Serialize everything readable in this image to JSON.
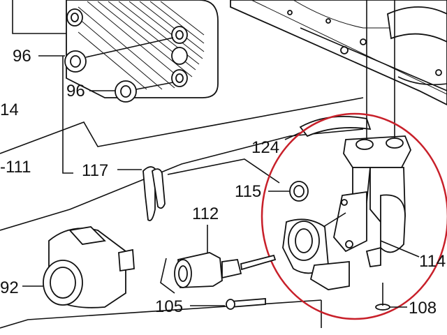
{
  "diagram": {
    "labels": {
      "l96a": "96",
      "l96b": "96",
      "l124": "124",
      "l111": "-111",
      "l117": "117",
      "l115": "115",
      "l112": "112",
      "l92": "92",
      "l105": "105",
      "l114": "114",
      "l108": "108",
      "l14": "14"
    },
    "highlight_color": "#c8202a",
    "line_color": "#111111"
  }
}
